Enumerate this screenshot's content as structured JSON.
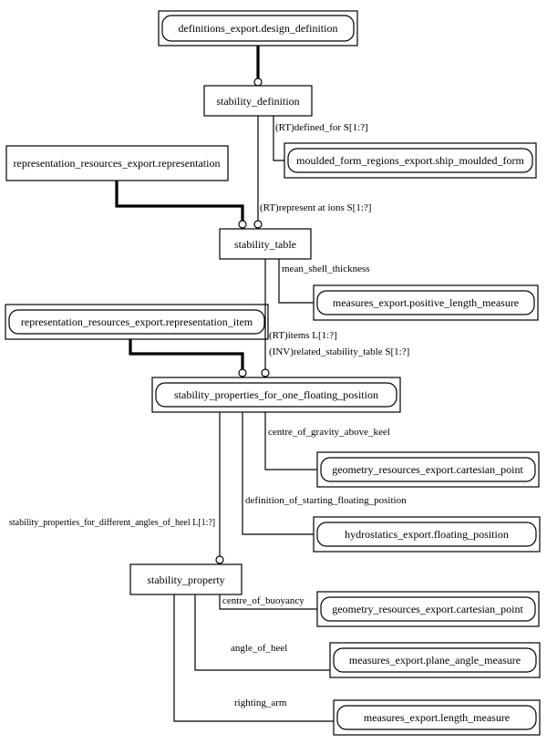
{
  "entities": {
    "design_definition": "definitions_export.design_definition",
    "stability_definition": "stability_definition",
    "ship_moulded_form": "moulded_form_regions_export.ship_moulded_form",
    "representation": "representation_resources_export.representation",
    "stability_table": "stability_table",
    "positive_length_measure": "measures_export.positive_length_measure",
    "representation_item": "representation_resources_export.representation_item",
    "sp_one_floating_position": "stability_properties_for_one_floating_position",
    "cartesian_point_1": "geometry_resources_export.cartesian_point",
    "floating_position": "hydrostatics_export.floating_position",
    "stability_property": "stability_property",
    "cartesian_point_2": "geometry_resources_export.cartesian_point",
    "plane_angle_measure": "measures_export.plane_angle_measure",
    "length_measure": "measures_export.length_measure"
  },
  "relations": {
    "defined_for": "(RT)defined_for S[1:?]",
    "represent_ations": "(RT)represent at ions S[1:?]",
    "mean_shell_thickness": "mean_shell_thickness",
    "items": "(RT)items L[1:?]",
    "related_stability_table": "(INV)related_stability_table S[1:?]",
    "centre_of_gravity_above_keel": "centre_of_gravity_above_keel",
    "definition_of_starting_floating_position": "definition_of_starting_floating_position",
    "stability_properties_for_different_angles_of_heel": "stability_properties_for_different_angles_of_heel L[1:?]",
    "centre_of_buoyancy": "centre_of_buoyancy",
    "angle_of_heel": "angle_of_heel",
    "righting_arm": "righting_arm"
  }
}
